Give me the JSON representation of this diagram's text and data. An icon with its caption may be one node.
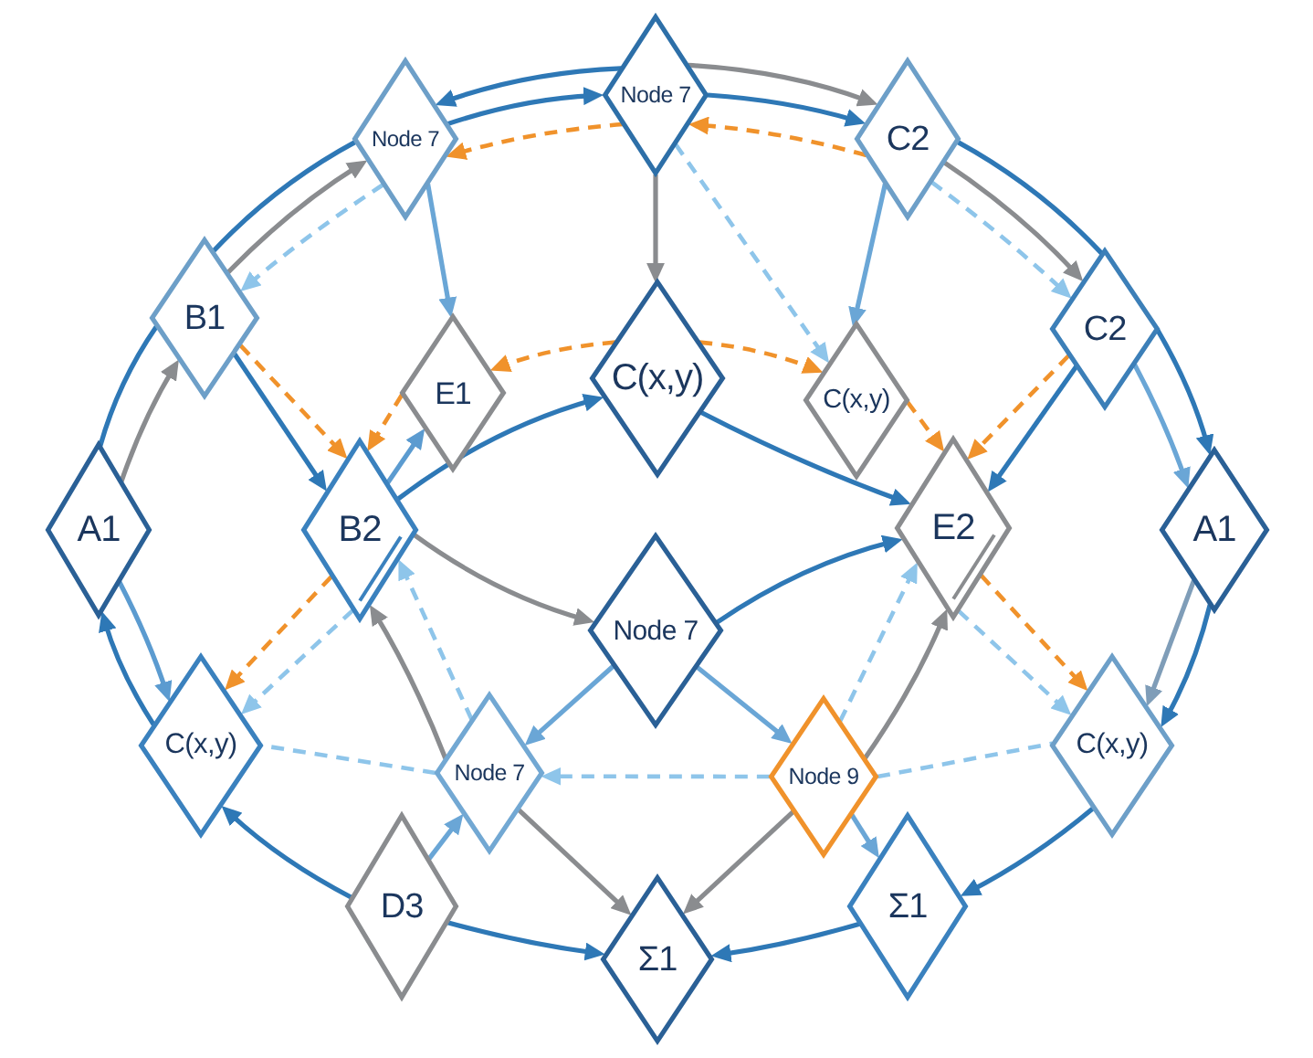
{
  "diagram": {
    "nodes": [
      {
        "text": [
          "Node 7"
        ]
      },
      {
        "text": [
          "Node 7"
        ]
      },
      {
        "text": [
          "C2"
        ]
      },
      {
        "text": [
          "B1"
        ]
      },
      {
        "text": [
          "C2"
        ]
      },
      {
        "text": [
          "E1"
        ]
      },
      {
        "text": [
          "C(x,y)"
        ]
      },
      {
        "text": [
          "C(x,y)"
        ]
      },
      {
        "text": [
          "A1"
        ]
      },
      {
        "text": [
          "B2"
        ]
      },
      {
        "text": [
          "E2"
        ]
      },
      {
        "text": [
          "A1"
        ]
      },
      {
        "text": [
          "Node 7"
        ]
      },
      {
        "text": [
          "C(x,y)"
        ]
      },
      {
        "text": [
          "Node 7"
        ]
      },
      {
        "text": [
          "Node 9"
        ]
      },
      {
        "text": [
          "C(x,y)"
        ]
      },
      {
        "text": [
          "D3"
        ]
      },
      {
        "text": [
          "Σ1"
        ]
      },
      {
        "text": [
          "Σ1"
        ]
      }
    ],
    "edges": [
      {
        "from": 0,
        "to": 1,
        "arrow": "to"
      },
      {
        "from": 1,
        "to": 0,
        "arrow": "to"
      },
      {
        "from": 0,
        "to": 2,
        "arrow": "to",
        "color": "#8a8c8f"
      },
      {
        "from": 0,
        "to": 2,
        "arrow": "to"
      },
      {
        "from": 2,
        "to": 0,
        "arrow": "to",
        "style": "dashed",
        "color": "#f0922b"
      },
      {
        "from": 0,
        "to": 1,
        "arrow": "to",
        "style": "dashed",
        "color": "#f0922b"
      },
      {
        "from": 0,
        "to": 6,
        "arrow": "to",
        "color": "#8a8c8f"
      },
      {
        "from": 0,
        "to": 7,
        "arrow": "to",
        "style": "dashed",
        "color": "#8ec5ea"
      },
      {
        "from": 2,
        "to": 7,
        "arrow": "to",
        "color": "#6aa6d6"
      },
      {
        "from": 1,
        "to": 5,
        "arrow": "to",
        "color": "#6aa6d6"
      },
      {
        "from": 3,
        "to": 1,
        "arrow": "to",
        "color": "#8a8c8f"
      },
      {
        "from": 1,
        "to": 3,
        "arrow": "to",
        "style": "dashed",
        "color": "#8ec5ea"
      },
      {
        "from": 3,
        "to": 1,
        "arrow": "none"
      },
      {
        "from": 8,
        "to": 3,
        "arrow": "none"
      },
      {
        "from": 8,
        "to": 3,
        "arrow": "to",
        "color": "#8a8c8f"
      },
      {
        "from": 2,
        "to": 4,
        "arrow": "none"
      },
      {
        "from": 2,
        "to": 4,
        "arrow": "to",
        "color": "#8a8c8f"
      },
      {
        "from": 2,
        "to": 4,
        "arrow": "to",
        "style": "dashed",
        "color": "#8ec5ea"
      },
      {
        "from": 4,
        "to": 11,
        "arrow": "to"
      },
      {
        "from": 4,
        "to": 11,
        "arrow": "to",
        "color": "#6aa6d6"
      },
      {
        "from": 4,
        "to": 10,
        "arrow": "to"
      },
      {
        "from": 4,
        "to": 10,
        "arrow": "to",
        "style": "dashed",
        "color": "#f0922b"
      },
      {
        "from": 7,
        "to": 10,
        "arrow": "to",
        "style": "dashed",
        "color": "#f0922b"
      },
      {
        "from": 6,
        "to": 10,
        "arrow": "to"
      },
      {
        "from": 12,
        "to": 10,
        "arrow": "to"
      },
      {
        "from": 9,
        "to": 6,
        "arrow": "to"
      },
      {
        "from": 9,
        "to": 5,
        "arrow": "to",
        "color": "#5b9bd0"
      },
      {
        "from": 3,
        "to": 9,
        "arrow": "to"
      },
      {
        "from": 3,
        "to": 9,
        "arrow": "to",
        "style": "dashed",
        "color": "#f0922b"
      },
      {
        "from": 5,
        "to": 9,
        "arrow": "to",
        "style": "dashed",
        "color": "#f0922b"
      },
      {
        "from": 6,
        "to": 5,
        "arrow": "to",
        "style": "dashed",
        "color": "#f0922b"
      },
      {
        "from": 6,
        "to": 7,
        "arrow": "to",
        "style": "dashed",
        "color": "#f0922b"
      },
      {
        "from": 8,
        "to": 13,
        "arrow": "to",
        "color": "#5b9bd0"
      },
      {
        "from": 13,
        "to": 8,
        "arrow": "to"
      },
      {
        "from": 9,
        "to": 13,
        "arrow": "to",
        "style": "dashed",
        "color": "#f0922b"
      },
      {
        "from": 9,
        "to": 13,
        "arrow": "to",
        "style": "dashed",
        "color": "#8ec5ea"
      },
      {
        "from": 14,
        "to": 13,
        "arrow": "none",
        "style": "dashed",
        "color": "#8ec5ea"
      },
      {
        "from": 14,
        "to": 9,
        "arrow": "to",
        "style": "dashed",
        "color": "#8ec5ea"
      },
      {
        "from": 14,
        "to": 9,
        "arrow": "to",
        "color": "#8a8c8f"
      },
      {
        "from": 9,
        "to": 12,
        "arrow": "to",
        "color": "#8a8c8f"
      },
      {
        "from": 12,
        "to": 14,
        "arrow": "to",
        "color": "#6aa6d6"
      },
      {
        "from": 12,
        "to": 15,
        "arrow": "to",
        "color": "#6aa6d6"
      },
      {
        "from": 15,
        "to": 14,
        "arrow": "to",
        "style": "dashed",
        "color": "#8ec5ea"
      },
      {
        "from": 14,
        "to": 19,
        "arrow": "to",
        "color": "#8a8c8f"
      },
      {
        "from": 15,
        "to": 19,
        "arrow": "to",
        "color": "#8a8c8f"
      },
      {
        "from": 17,
        "to": 19,
        "arrow": "to"
      },
      {
        "from": 18,
        "to": 19,
        "arrow": "to"
      },
      {
        "from": 17,
        "to": 14,
        "arrow": "to",
        "color": "#6aa6d6"
      },
      {
        "from": 17,
        "to": 13,
        "arrow": "to"
      },
      {
        "from": 15,
        "to": 18,
        "arrow": "to",
        "color": "#6aa6d6"
      },
      {
        "from": 15,
        "to": 10,
        "arrow": "to",
        "color": "#8a8c8f"
      },
      {
        "from": 15,
        "to": 10,
        "arrow": "to",
        "style": "dashed",
        "color": "#8ec5ea"
      },
      {
        "from": 10,
        "to": 16,
        "arrow": "to",
        "style": "dashed",
        "color": "#f0922b"
      },
      {
        "from": 10,
        "to": 16,
        "arrow": "to",
        "style": "dashed",
        "color": "#8ec5ea"
      },
      {
        "from": 11,
        "to": 16,
        "arrow": "to",
        "color": "#7f9db8"
      },
      {
        "from": 11,
        "to": 16,
        "arrow": "to"
      },
      {
        "from": 16,
        "to": 18,
        "arrow": "to"
      },
      {
        "from": 15,
        "to": 16,
        "arrow": "none",
        "style": "dashed",
        "color": "#8ec5ea"
      }
    ]
  }
}
